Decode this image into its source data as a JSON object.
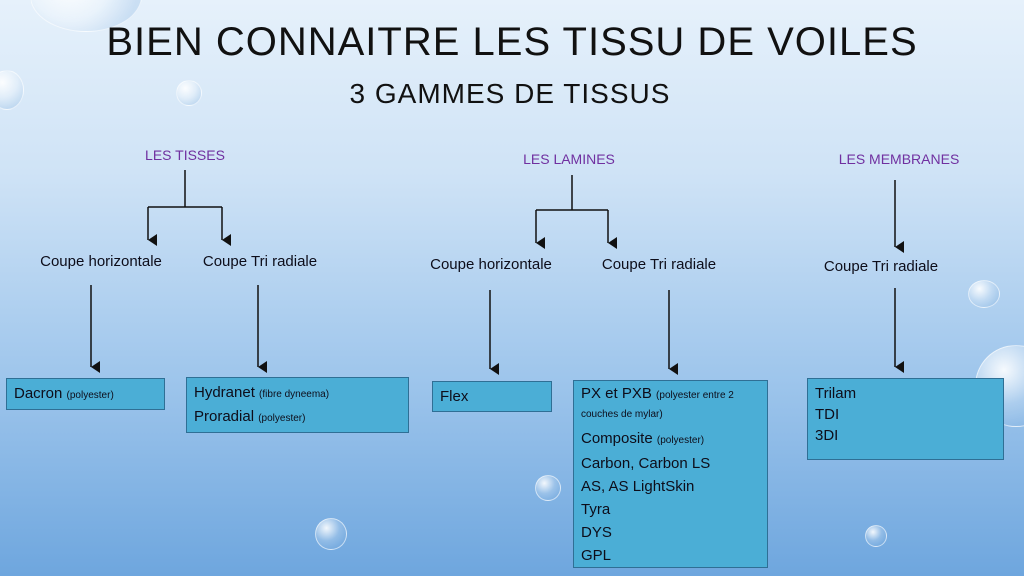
{
  "title": "BIEN CONNAITRE LES TISSU DE VOILES",
  "subtitle": "3 GAMMES DE TISSUS",
  "colors": {
    "header": "#7030a0",
    "box": "#4baed6"
  },
  "groups": [
    {
      "header": "LES TISSES",
      "branches": [
        "Coupe horizontale",
        "Coupe Tri radiale"
      ],
      "boxes": [
        [
          {
            "main": "Dacron",
            "note": "(polyester)"
          }
        ],
        [
          {
            "main": "Hydranet",
            "note": "(fibre dyneema)"
          },
          {
            "main": "Proradial",
            "note": "(polyester)"
          }
        ]
      ]
    },
    {
      "header": "LES LAMINES",
      "branches": [
        "Coupe horizontale",
        "Coupe Tri radiale"
      ],
      "boxes": [
        [
          {
            "main": "Flex"
          }
        ],
        [
          {
            "main": "PX et PXB",
            "note": "(polyester entre 2 couches de mylar)"
          },
          {
            "main": "Composite",
            "note": "(polyester)"
          },
          {
            "main": "Carbon, Carbon LS"
          },
          {
            "main": "AS, AS LightSkin"
          },
          {
            "main": "Tyra"
          },
          {
            "main": "DYS"
          },
          {
            "main": "GPL"
          }
        ]
      ]
    },
    {
      "header": "LES MEMBRANES",
      "branches": [
        "Coupe Tri radiale"
      ],
      "boxes": [
        [
          {
            "main": "Trilam"
          },
          {
            "main": "TDI"
          },
          {
            "main": "3DI"
          }
        ]
      ]
    }
  ]
}
